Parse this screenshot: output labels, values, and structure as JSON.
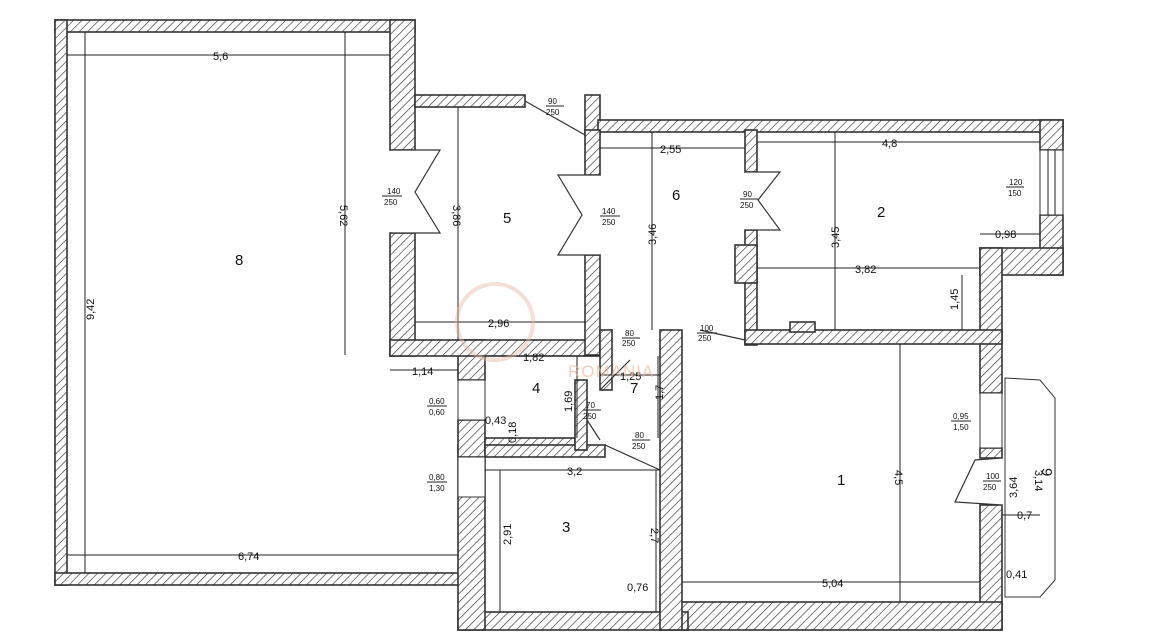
{
  "rooms": {
    "r1": "1",
    "r2": "2",
    "r3": "3",
    "r4": "4",
    "r5": "5",
    "r6": "6",
    "r7": "7",
    "r8": "8",
    "r9": "9"
  },
  "dimensions": {
    "d_5_6": "5,6",
    "d_9_42": "9,42",
    "d_5_62": "5,62",
    "d_6_74": "6,74",
    "d_3_86": "3,86",
    "d_2_96": "2,96",
    "d_2_55": "2,55",
    "d_3_46": "3,46",
    "d_4_8": "4,8",
    "d_3_45": "3,45",
    "d_3_82": "3,82",
    "d_1_45": "1,45",
    "d_0_98": "0,98",
    "d_1_82": "1,82",
    "d_1_14": "1,14",
    "d_1_25": "1,25",
    "d_1_69": "1,69",
    "d_1_7": "1,7",
    "d_0_43": "0,43",
    "d_0_18": "0,18",
    "d_3_2": "3,2",
    "d_2_91": "2,91",
    "d_2_7": "2,7",
    "d_0_76": "0,76",
    "d_4_5": "4,5",
    "d_5_04": "5,04",
    "d_3_64": "3,64",
    "d_3_14": "3,14",
    "d_0_7": "0,7",
    "d_0_41": "0,41"
  },
  "openings": {
    "o_90_250_top": {
      "a": "90",
      "b": "250"
    },
    "o_140_250_8_5": {
      "a": "140",
      "b": "250"
    },
    "o_140_250_5_6": {
      "a": "140",
      "b": "250"
    },
    "o_90_250_6_2": {
      "a": "90",
      "b": "250"
    },
    "o_120_150": {
      "a": "120",
      "b": "150"
    },
    "o_80_250_7": {
      "a": "80",
      "b": "250"
    },
    "o_100_250_6_1": {
      "a": "100",
      "b": "250"
    },
    "o_070_250": {
      "a": "70",
      "b": "250"
    },
    "o_80_250_3": {
      "a": "80",
      "b": "250"
    },
    "o_060_060": {
      "a": "0,60",
      "b": "0,60"
    },
    "o_080_130": {
      "a": "0,80",
      "b": "1,30"
    },
    "o_095_150": {
      "a": "0,95",
      "b": "1,50"
    },
    "o_100_250_9": {
      "a": "100",
      "b": "250"
    }
  },
  "watermark": "ROMANIA",
  "colors": {
    "wall_hatch": "#333333",
    "watermark": "#e9b9a1"
  }
}
